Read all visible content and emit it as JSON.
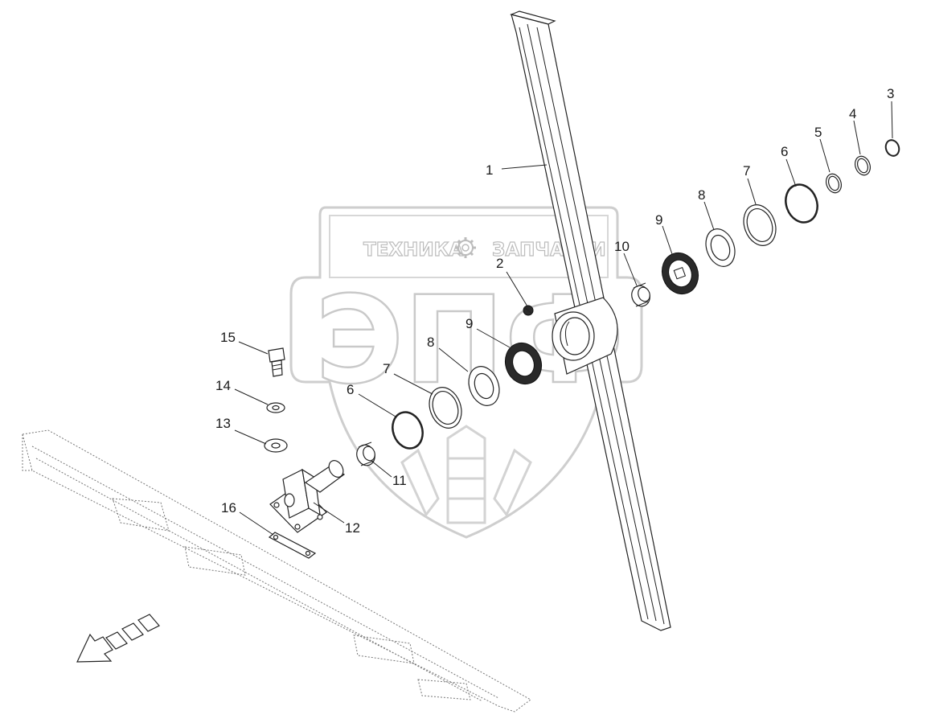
{
  "watermark": {
    "brand_left": "ТЕХНИКА",
    "brand_right": "ЗАПЧАСТИ",
    "logo_letters": "ЭПФ",
    "emblem": "gear-icon"
  },
  "callouts": [
    {
      "id": "c1",
      "label": "1"
    },
    {
      "id": "c2",
      "label": "2"
    },
    {
      "id": "c3",
      "label": "3"
    },
    {
      "id": "c4",
      "label": "4"
    },
    {
      "id": "c5",
      "label": "5"
    },
    {
      "id": "c6a",
      "label": "6"
    },
    {
      "id": "c7a",
      "label": "7"
    },
    {
      "id": "c8a",
      "label": "8"
    },
    {
      "id": "c9a",
      "label": "9"
    },
    {
      "id": "c10",
      "label": "10"
    },
    {
      "id": "c9b",
      "label": "9"
    },
    {
      "id": "c8b",
      "label": "8"
    },
    {
      "id": "c7b",
      "label": "7"
    },
    {
      "id": "c6b",
      "label": "6"
    },
    {
      "id": "c11",
      "label": "11"
    },
    {
      "id": "c12",
      "label": "12"
    },
    {
      "id": "c13",
      "label": "13"
    },
    {
      "id": "c14",
      "label": "14"
    },
    {
      "id": "c15",
      "label": "15"
    },
    {
      "id": "c16",
      "label": "16"
    }
  ],
  "colors": {
    "line": "#222222",
    "watermark": "#c4c4c4",
    "background": "#ffffff"
  }
}
